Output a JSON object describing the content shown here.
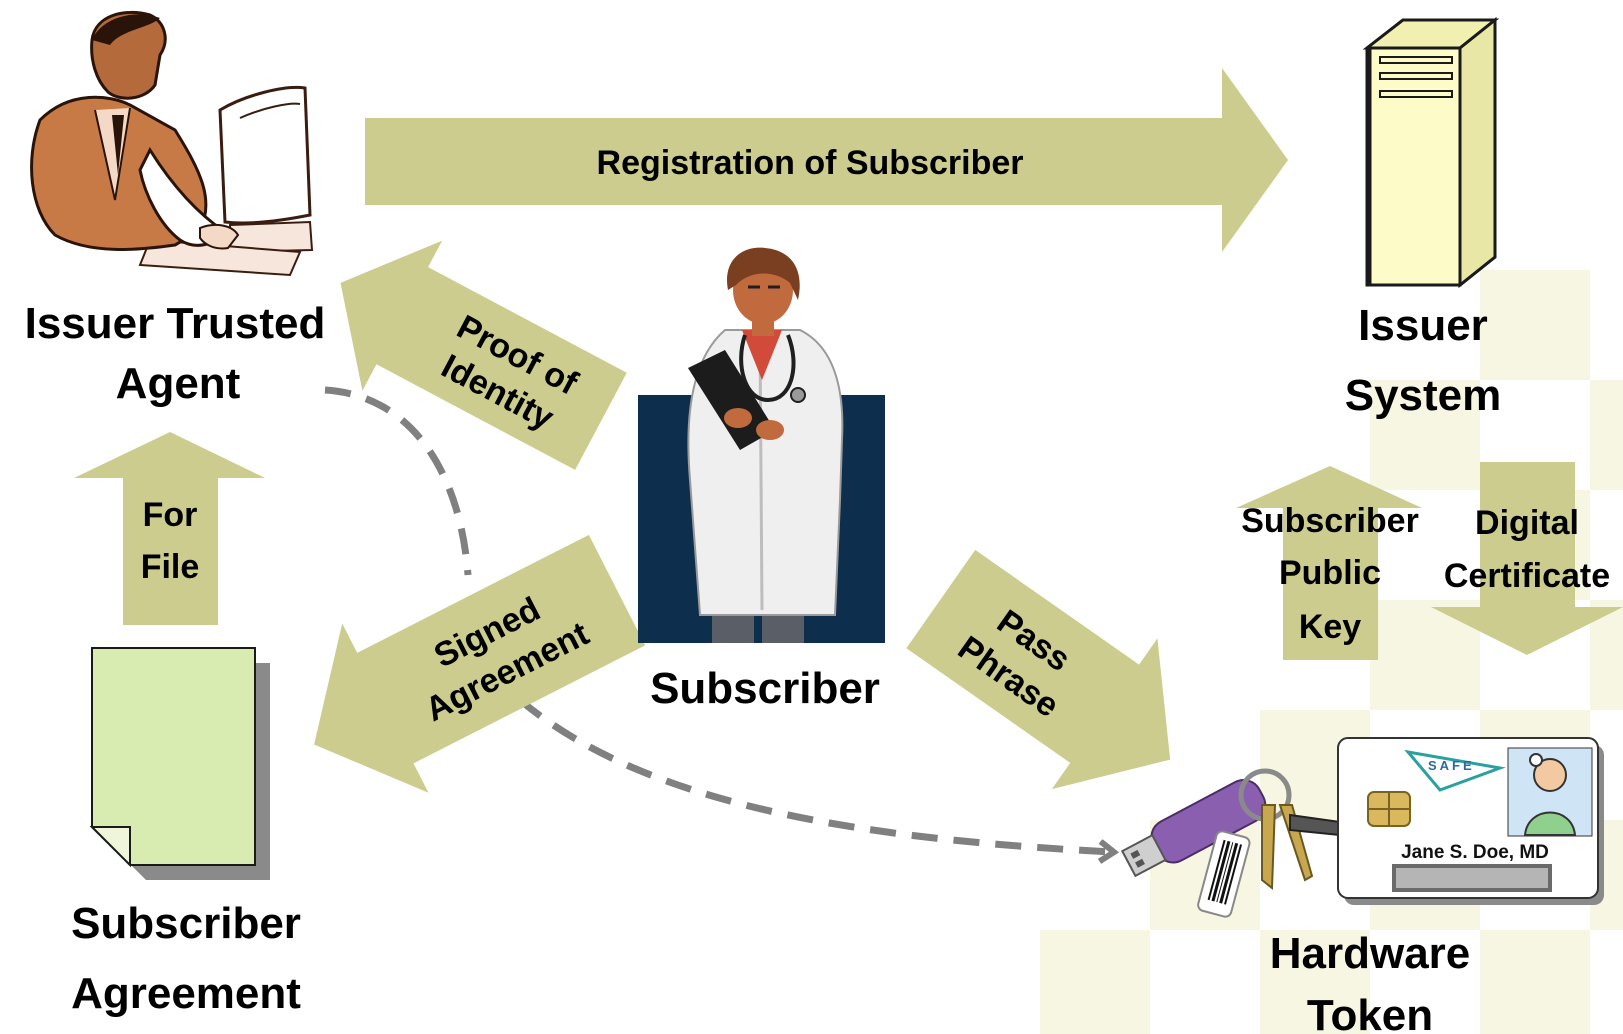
{
  "colors": {
    "arrow_fill": "#cccc8f",
    "background_checker": "#f6f6e2",
    "subscriber_backdrop": "#0e2e4e",
    "document_fill": "#d8ebb0",
    "server_fill": "#fdfcc8",
    "dashed_line": "#808080"
  },
  "nodes": {
    "issuer_agent": {
      "line1": "Issuer Trusted",
      "line2": "Agent",
      "icon": "person-at-computer-icon"
    },
    "issuer_system": {
      "line1": "Issuer",
      "line2": "System",
      "icon": "server-tower-icon"
    },
    "subscriber": {
      "label": "Subscriber",
      "icon": "doctor-icon"
    },
    "agreement": {
      "line1": "Subscriber",
      "line2": "Agreement",
      "icon": "document-icon"
    },
    "hardware_token": {
      "line1": "Hardware",
      "line2": "Token",
      "card_logo": "SAFE",
      "card_name": "Jane S. Doe, MD",
      "icon": "smart-card-and-usb-key-icon"
    }
  },
  "arrows": {
    "registration": "Registration of Subscriber",
    "proof": {
      "line1": "Proof of",
      "line2": "Identity"
    },
    "for_file": {
      "line1": "For",
      "line2": "File"
    },
    "signed": {
      "line1": "Signed",
      "line2": "Agreement"
    },
    "pass_phrase": {
      "line1": "Pass",
      "line2": "Phrase"
    },
    "public_key": {
      "line1": "Subscriber",
      "line2": "Public",
      "line3": "Key"
    },
    "certificate": {
      "line1": "Digital",
      "line2": "Certificate"
    }
  }
}
